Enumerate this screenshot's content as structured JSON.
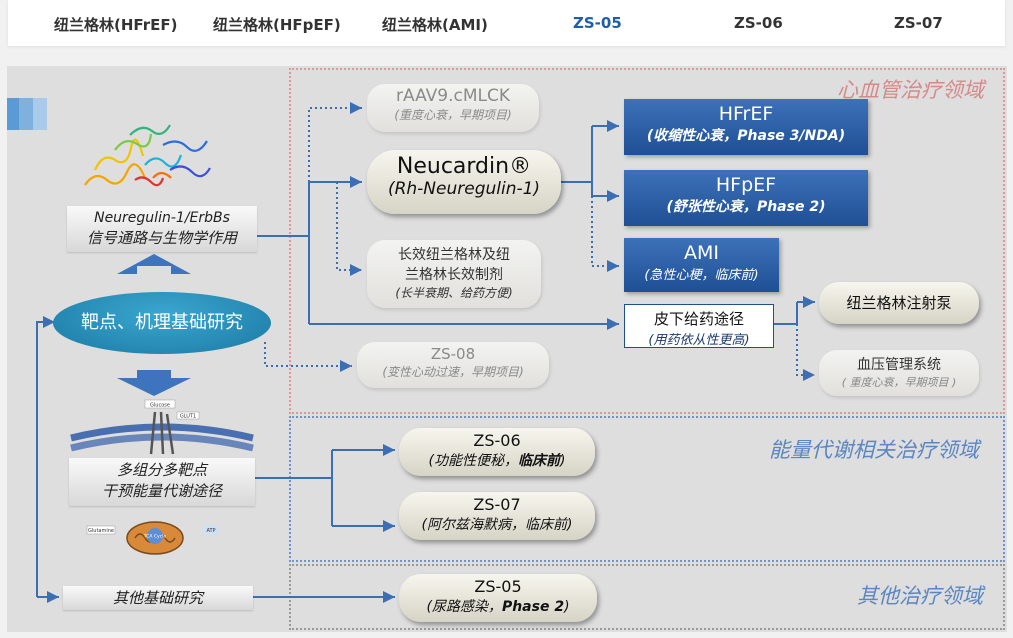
{
  "tabs": [
    {
      "label": "纽兰格林(HFrEF)",
      "active": false
    },
    {
      "label": "纽兰格林(HFpEF)",
      "active": false
    },
    {
      "label": "纽兰格林(AMI)",
      "active": false
    },
    {
      "label": "ZS-05",
      "active": true
    },
    {
      "label": "ZS-06",
      "active": false
    },
    {
      "label": "ZS-07",
      "active": false
    }
  ],
  "colors": {
    "accent": "#1e5fa8",
    "node_blue": "#2a5ea6",
    "region_cardio": "#d89a9a",
    "region_energy": "#6f93c4",
    "region_other": "#9a9a9a",
    "connector": "#3c6eb4"
  },
  "regions": {
    "cardio": "心血管治疗领域",
    "energy": "能量代谢相关治疗领域",
    "other": "其他治疗领域"
  },
  "left": {
    "pathway_line1": "Neuregulin-1/ErbBs",
    "pathway_line2": "信号通路与生物学作用",
    "target_research": "靶点、机理基础研究",
    "multi_line1": "多组分多靶点",
    "multi_line2": "干预能量代谢途径",
    "other_research": "其他基础研究",
    "membrane_labels": {
      "glucose": "Glucose",
      "glut": "GLUT1"
    },
    "mito_labels": {
      "glutamine": "Glutamine",
      "tca": "TCA Cycle",
      "atp": "ATP"
    }
  },
  "nodes": {
    "raav": {
      "title": "rAAV9.cMLCK",
      "sub": "(重度心衰，早期项目)"
    },
    "neucardin": {
      "title": "Neucardin®",
      "sub": "(Rh-Neuregulin-1)"
    },
    "long_acting": {
      "line1": "长效纽兰格林及纽",
      "line2": "兰格林长效制剂",
      "sub": "(长半衰期、给药方便)"
    },
    "zs08": {
      "title": "ZS-08",
      "sub": "(变性心动过速，早期项目)"
    },
    "hfref": {
      "title": "HFrEF",
      "sub_cn": "(收缩性心衰，",
      "sub_en": "Phase 3/NDA",
      "sub_end": ")"
    },
    "hfpef": {
      "title": "HFpEF",
      "sub_cn": "(舒张性心衰，",
      "sub_en": "Phase 2",
      "sub_end": ")"
    },
    "ami": {
      "title": "AMI",
      "sub": "(急性心梗，临床前)"
    },
    "subq": {
      "title": "皮下给药途径",
      "sub": "(用药依从性更高)"
    },
    "pump": {
      "title": "纽兰格林注射泵"
    },
    "bp": {
      "title": "血压管理系统",
      "sub": "( 重度心衰，早期项目 )"
    },
    "zs06": {
      "title": "ZS-06",
      "sub_a": "(功能性便秘，",
      "sub_b": "临床前",
      "sub_c": ")"
    },
    "zs07": {
      "title": "ZS-07",
      "sub": "(阿尔兹海默病，临床前)"
    },
    "zs05": {
      "title": "ZS-05",
      "sub_a": "(尿路感染，",
      "sub_b": "Phase 2",
      "sub_c": ")"
    }
  }
}
